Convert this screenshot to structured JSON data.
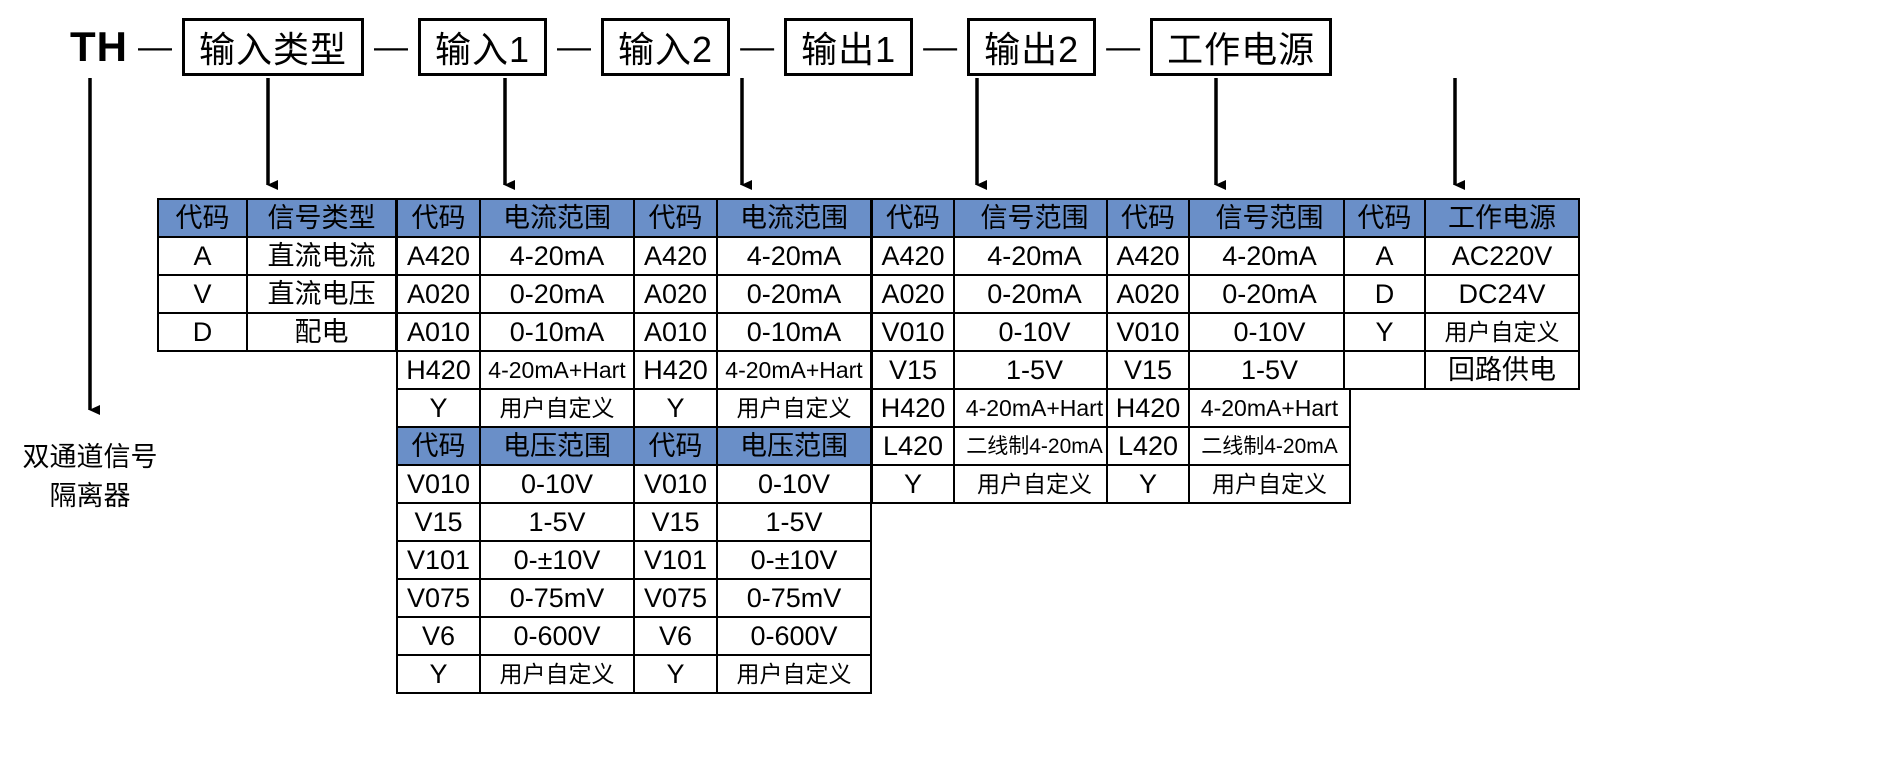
{
  "model_row": {
    "prefix": "TH",
    "separator": "—",
    "boxes": [
      {
        "label": "输入类型"
      },
      {
        "label": "输入1"
      },
      {
        "label": "输入2"
      },
      {
        "label": "输出1"
      },
      {
        "label": "输出2"
      },
      {
        "label": "工作电源"
      }
    ]
  },
  "th_caption": {
    "line1": "双通道信号",
    "line2": "隔离器"
  },
  "colors": {
    "header_fill": "#6a8fc8",
    "border": "#000000",
    "background": "#ffffff"
  },
  "tables": {
    "input_type": {
      "name": "输入类型",
      "sections": [
        {
          "headers": [
            "代码",
            "信号类型"
          ],
          "rows": [
            [
              "A",
              "直流电流"
            ],
            [
              "V",
              "直流电压"
            ],
            [
              "D",
              "配电"
            ]
          ]
        }
      ]
    },
    "input1": {
      "name": "输入1",
      "sections": [
        {
          "headers": [
            "代码",
            "电流范围"
          ],
          "rows": [
            [
              "A420",
              "4-20mA"
            ],
            [
              "A020",
              "0-20mA"
            ],
            [
              "A010",
              "0-10mA"
            ],
            [
              "H420",
              "4-20mA+Hart"
            ],
            [
              "Y",
              "用户自定义"
            ]
          ]
        },
        {
          "headers": [
            "代码",
            "电压范围"
          ],
          "rows": [
            [
              "V010",
              "0-10V"
            ],
            [
              "V15",
              "1-5V"
            ],
            [
              "V101",
              "0-±10V"
            ],
            [
              "V075",
              "0-75mV"
            ],
            [
              "V6",
              "0-600V"
            ],
            [
              "Y",
              "用户自定义"
            ]
          ]
        }
      ]
    },
    "input2": {
      "name": "输入2",
      "sections": [
        {
          "headers": [
            "代码",
            "电流范围"
          ],
          "rows": [
            [
              "A420",
              "4-20mA"
            ],
            [
              "A020",
              "0-20mA"
            ],
            [
              "A010",
              "0-10mA"
            ],
            [
              "H420",
              "4-20mA+Hart"
            ],
            [
              "Y",
              "用户自定义"
            ]
          ]
        },
        {
          "headers": [
            "代码",
            "电压范围"
          ],
          "rows": [
            [
              "V010",
              "0-10V"
            ],
            [
              "V15",
              "1-5V"
            ],
            [
              "V101",
              "0-±10V"
            ],
            [
              "V075",
              "0-75mV"
            ],
            [
              "V6",
              "0-600V"
            ],
            [
              "Y",
              "用户自定义"
            ]
          ]
        }
      ]
    },
    "output1": {
      "name": "输出1",
      "sections": [
        {
          "headers": [
            "代码",
            "信号范围"
          ],
          "rows": [
            [
              "A420",
              "4-20mA"
            ],
            [
              "A020",
              "0-20mA"
            ],
            [
              "V010",
              "0-10V"
            ],
            [
              "V15",
              "1-5V"
            ],
            [
              "H420",
              "4-20mA+Hart"
            ],
            [
              "L420",
              "二线制4-20mA"
            ],
            [
              "Y",
              "用户自定义"
            ]
          ]
        }
      ]
    },
    "output2": {
      "name": "输出2",
      "sections": [
        {
          "headers": [
            "代码",
            "信号范围"
          ],
          "rows": [
            [
              "A420",
              "4-20mA"
            ],
            [
              "A020",
              "0-20mA"
            ],
            [
              "V010",
              "0-10V"
            ],
            [
              "V15",
              "1-5V"
            ],
            [
              "H420",
              "4-20mA+Hart"
            ],
            [
              "L420",
              "二线制4-20mA"
            ],
            [
              "Y",
              "用户自定义"
            ]
          ]
        }
      ]
    },
    "power": {
      "name": "工作电源",
      "sections": [
        {
          "headers": [
            "代码",
            "工作电源"
          ],
          "rows": [
            [
              "A",
              "AC220V"
            ],
            [
              "D",
              "DC24V"
            ],
            [
              "Y",
              "用户自定义"
            ],
            [
              "",
              "回路供电"
            ]
          ]
        }
      ]
    }
  }
}
